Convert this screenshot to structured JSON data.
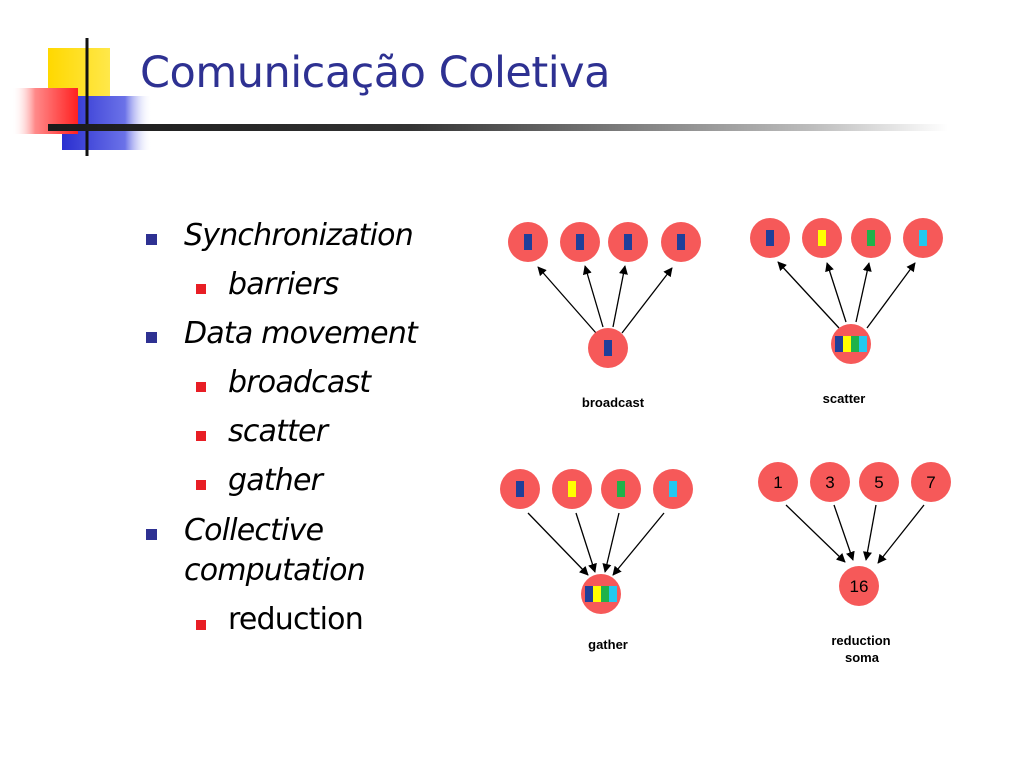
{
  "slide": {
    "title": "Comunicação Coletiva"
  },
  "bullets": {
    "sync": "Synchronization",
    "barriers": "barriers",
    "data_movement": "Data movement",
    "broadcast": "broadcast",
    "scatter": "scatter",
    "gather": "gather",
    "collective_line1": "Collective",
    "collective_line2": "computation",
    "reduction": "reduction"
  },
  "diagrams": {
    "broadcast_label": "broadcast",
    "scatter_label": "scatter",
    "gather_label": "gather",
    "reduction_label_line1": "reduction",
    "reduction_label_line2": "soma",
    "reduction_inputs": [
      "1",
      "3",
      "5",
      "7"
    ],
    "reduction_result": "16"
  },
  "colors": {
    "title": "#2e3192",
    "bullet_level1": "#2e3192",
    "bullet_level2": "#e81e25",
    "node_fill": "#f65959",
    "block_blue": "#1f3f9a",
    "block_yellow": "#ffff00",
    "block_green": "#1fb24a",
    "block_cyan": "#22c8f0"
  }
}
